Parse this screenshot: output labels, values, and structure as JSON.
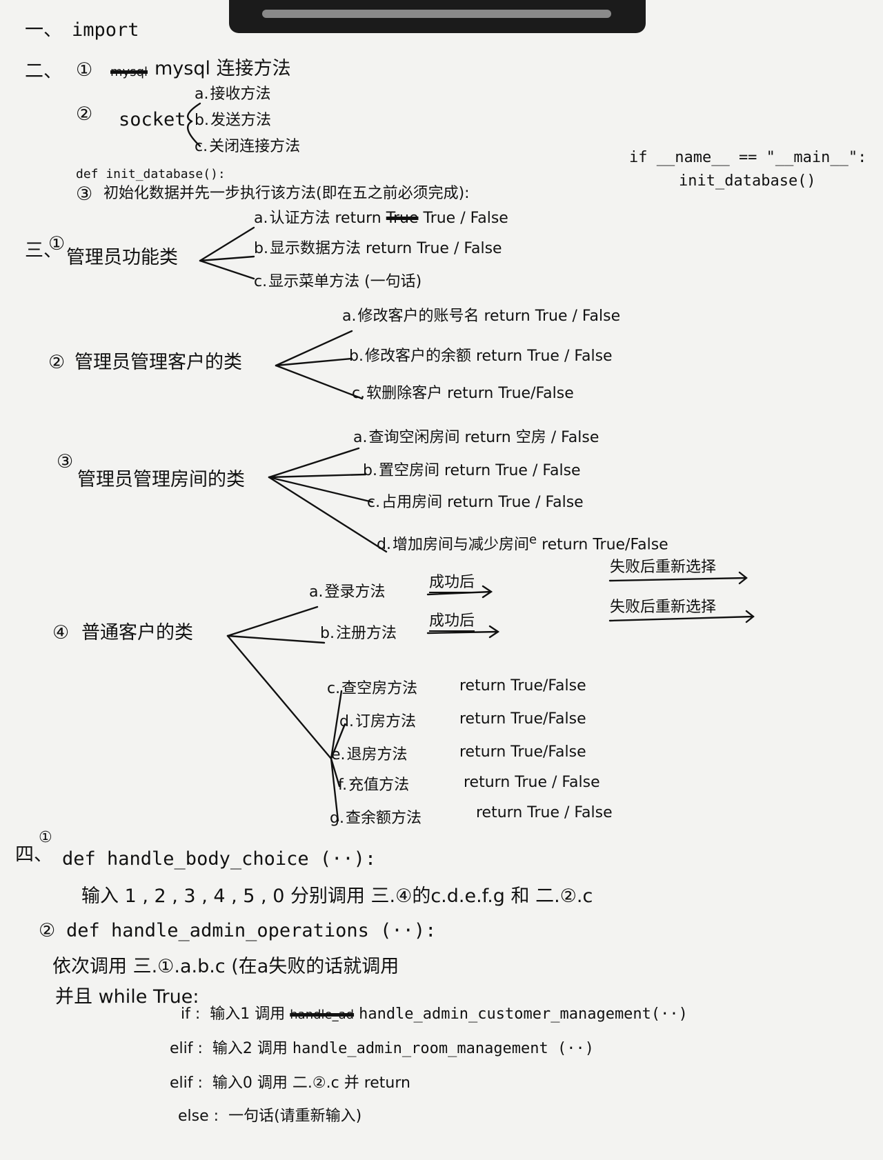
{
  "s1": {
    "num": "一、",
    "text": "import"
  },
  "s2": {
    "num": "二、",
    "item1": {
      "mark": "①",
      "crossed": "mysql",
      "text": "mysql 连接方法"
    },
    "item2": {
      "mark": "②",
      "text": "socket",
      "branches": [
        {
          "tag": "a.",
          "text": "接收方法"
        },
        {
          "tag": "b.",
          "text": "发送方法"
        },
        {
          "tag": "c.",
          "text": "关闭连接方法"
        }
      ]
    },
    "item3": {
      "def": "def init_database():",
      "mark": "③",
      "text": "初始化数据并先一步执行该方法(即在五之前必须完成):"
    },
    "main_if": "if __name__ == \"__main__\":",
    "main_call": "init_database()"
  },
  "s3": {
    "num": "三、",
    "class1": {
      "mark": "①",
      "title": "管理员功能类",
      "methods": [
        {
          "tag": "a.",
          "text": "认证方法 return",
          "crossed": "True",
          "ret": "True / False"
        },
        {
          "tag": "b.",
          "text": "显示数据方法 return",
          "ret": "True / False"
        },
        {
          "tag": "c.",
          "text": "显示菜单方法 (一句话)",
          "ret": ""
        }
      ]
    },
    "class2": {
      "mark": "②",
      "title": "管理员管理客户的类",
      "methods": [
        {
          "tag": "a.",
          "text": "修改客户的账号名 return",
          "ret": "True / False"
        },
        {
          "tag": "b.",
          "text": "修改客户的余额 return",
          "ret": "True / False"
        },
        {
          "tag": "c.",
          "text": "软删除客户 return",
          "ret": "True/False"
        }
      ]
    },
    "class3": {
      "mark": "③",
      "title": "管理员管理房间的类",
      "methods": [
        {
          "tag": "a.",
          "text": "查询空闲房间 return",
          "ret": "空房 / False"
        },
        {
          "tag": "b.",
          "text": "置空房间 return",
          "ret": "True / False"
        },
        {
          "tag": "c.",
          "text": "占用房间 return",
          "ret": "True / False"
        },
        {
          "tag": "d.",
          "text": "增加房间与减少房间",
          "extra": "e",
          "ret": "return True/False"
        }
      ],
      "notes": [
        "失败后重新选择",
        "失败后重新选择"
      ]
    },
    "class4": {
      "mark": "④",
      "title": "普通客户的类",
      "auth": [
        {
          "tag": "a.",
          "text": "登录方法",
          "after": "成功后"
        },
        {
          "tag": "b.",
          "text": "注册方法",
          "after": "成功后"
        }
      ],
      "methods": [
        {
          "tag": "c.",
          "text": "查空房方法",
          "ret": "return True/False"
        },
        {
          "tag": "d.",
          "text": "订房方法",
          "ret": "return True/False"
        },
        {
          "tag": "e.",
          "text": "退房方法",
          "ret": "return True/False"
        },
        {
          "tag": "f.",
          "text": "充值方法",
          "ret": "return True / False"
        },
        {
          "tag": "g.",
          "text": "查余额方法",
          "ret": "return True / False"
        }
      ]
    }
  },
  "s4": {
    "num": "四、",
    "item1": {
      "mark": "①",
      "def": "def handle_body_choice (··):",
      "desc": "输入 1 , 2 , 3 , 4 , 5 , 0 分别调用 三.④的c.d.e.f.g 和 二.②.c"
    },
    "item2": {
      "mark": "②",
      "def": "def handle_admin_operations (··):",
      "desc": "依次调用 三.①.a.b.c (在a失败的话就调用",
      "loop": "并且 while True:",
      "branches": [
        {
          "kw": "if :",
          "text": "输入1 调用",
          "crossed": "handle_ad",
          "call": "handle_admin_customer_management(··)"
        },
        {
          "kw": "elif :",
          "text": "输入2 调用",
          "call": "handle_admin_room_management (··)"
        },
        {
          "kw": "elif :",
          "text": "输入0 调用",
          "call": "二.②.c 并 return"
        },
        {
          "kw": "else :",
          "text": "一句话(请重新输入)",
          "call": ""
        }
      ]
    }
  }
}
